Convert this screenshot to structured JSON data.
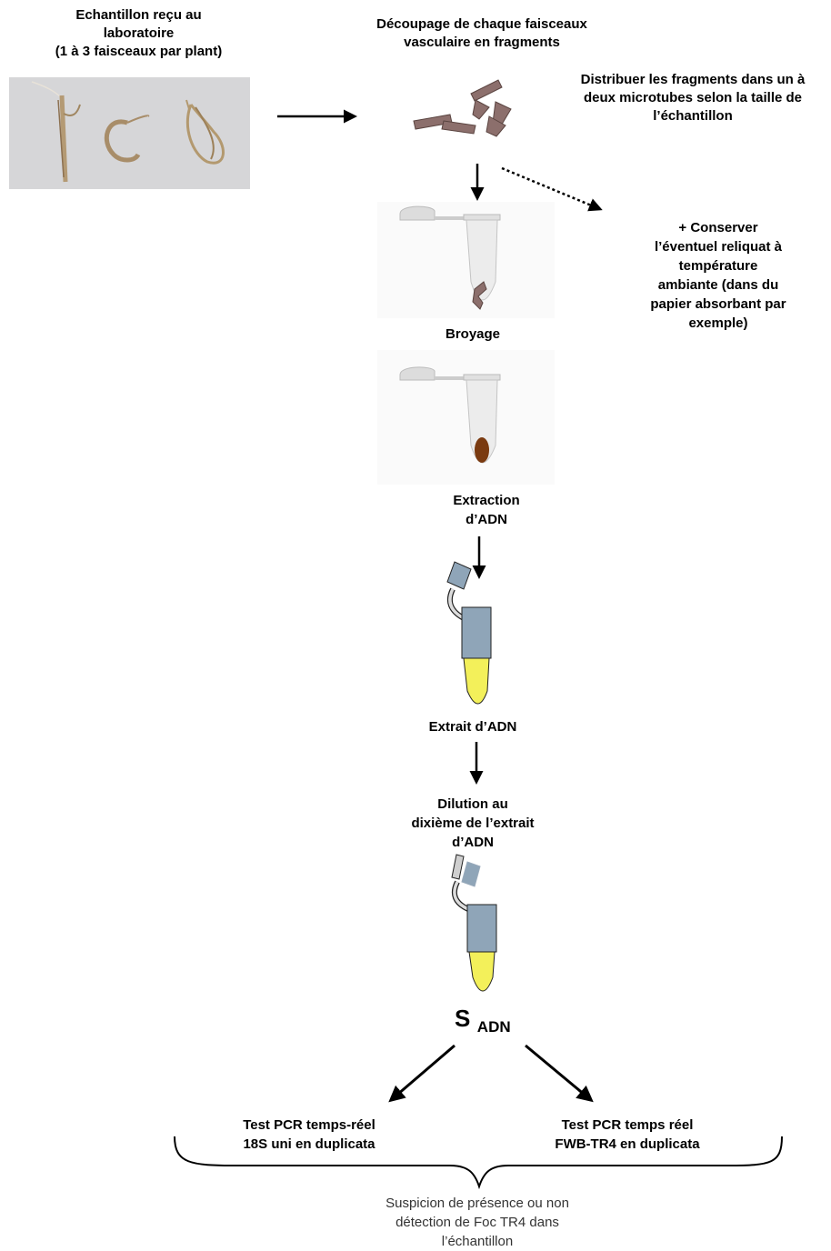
{
  "steps": {
    "sample": "Echantillon reçu au\nlaboratoire\n(1 à 3 faisceaux par plant)",
    "cutting": "Découpage de chaque faisceaux\nvasculaire en fragments",
    "distribute": "Distribuer les fragments dans un à\ndeux microtubes selon la taille de\nl’échantillon",
    "conserve": "+ Conserver\nl’éventuel reliquat à\ntempérature\nambiante (dans du\npapier absorbant par\nexemple)",
    "grinding": "Broyage",
    "extraction": "Extraction\nd’ADN",
    "extract": "Extrait d’ADN",
    "dilution": "Dilution au\ndixième de l’extrait\nd’ADN",
    "s_main": "S",
    "s_sub": "ADN",
    "test_left": "Test PCR temps-réel\n18S uni en duplicata",
    "test_right": "Test PCR temps réel\nFWB-TR4 en duplicata",
    "conclusion": "Suspicion de présence ou non\ndétection de Foc TR4 dans\nl’échantillon"
  },
  "colors": {
    "fragment": "#8c6f6c",
    "tube_blue": "#8fa5b8",
    "dna_yellow": "#f3f05a",
    "pellet": "#7a3a10",
    "photo_bg": "#d6d6d8"
  }
}
